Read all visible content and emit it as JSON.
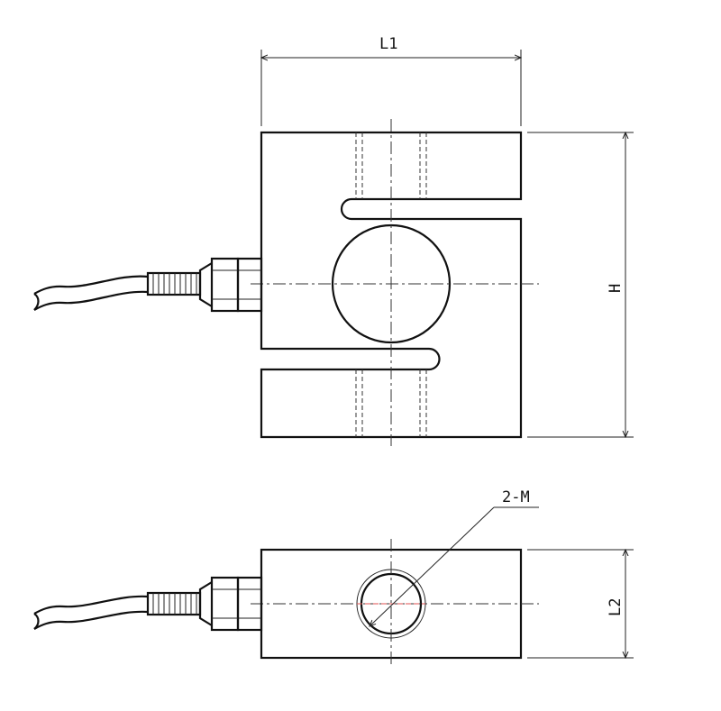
{
  "labels": {
    "width": "L1",
    "height": "H",
    "depth": "L2",
    "thread": "2-M"
  }
}
